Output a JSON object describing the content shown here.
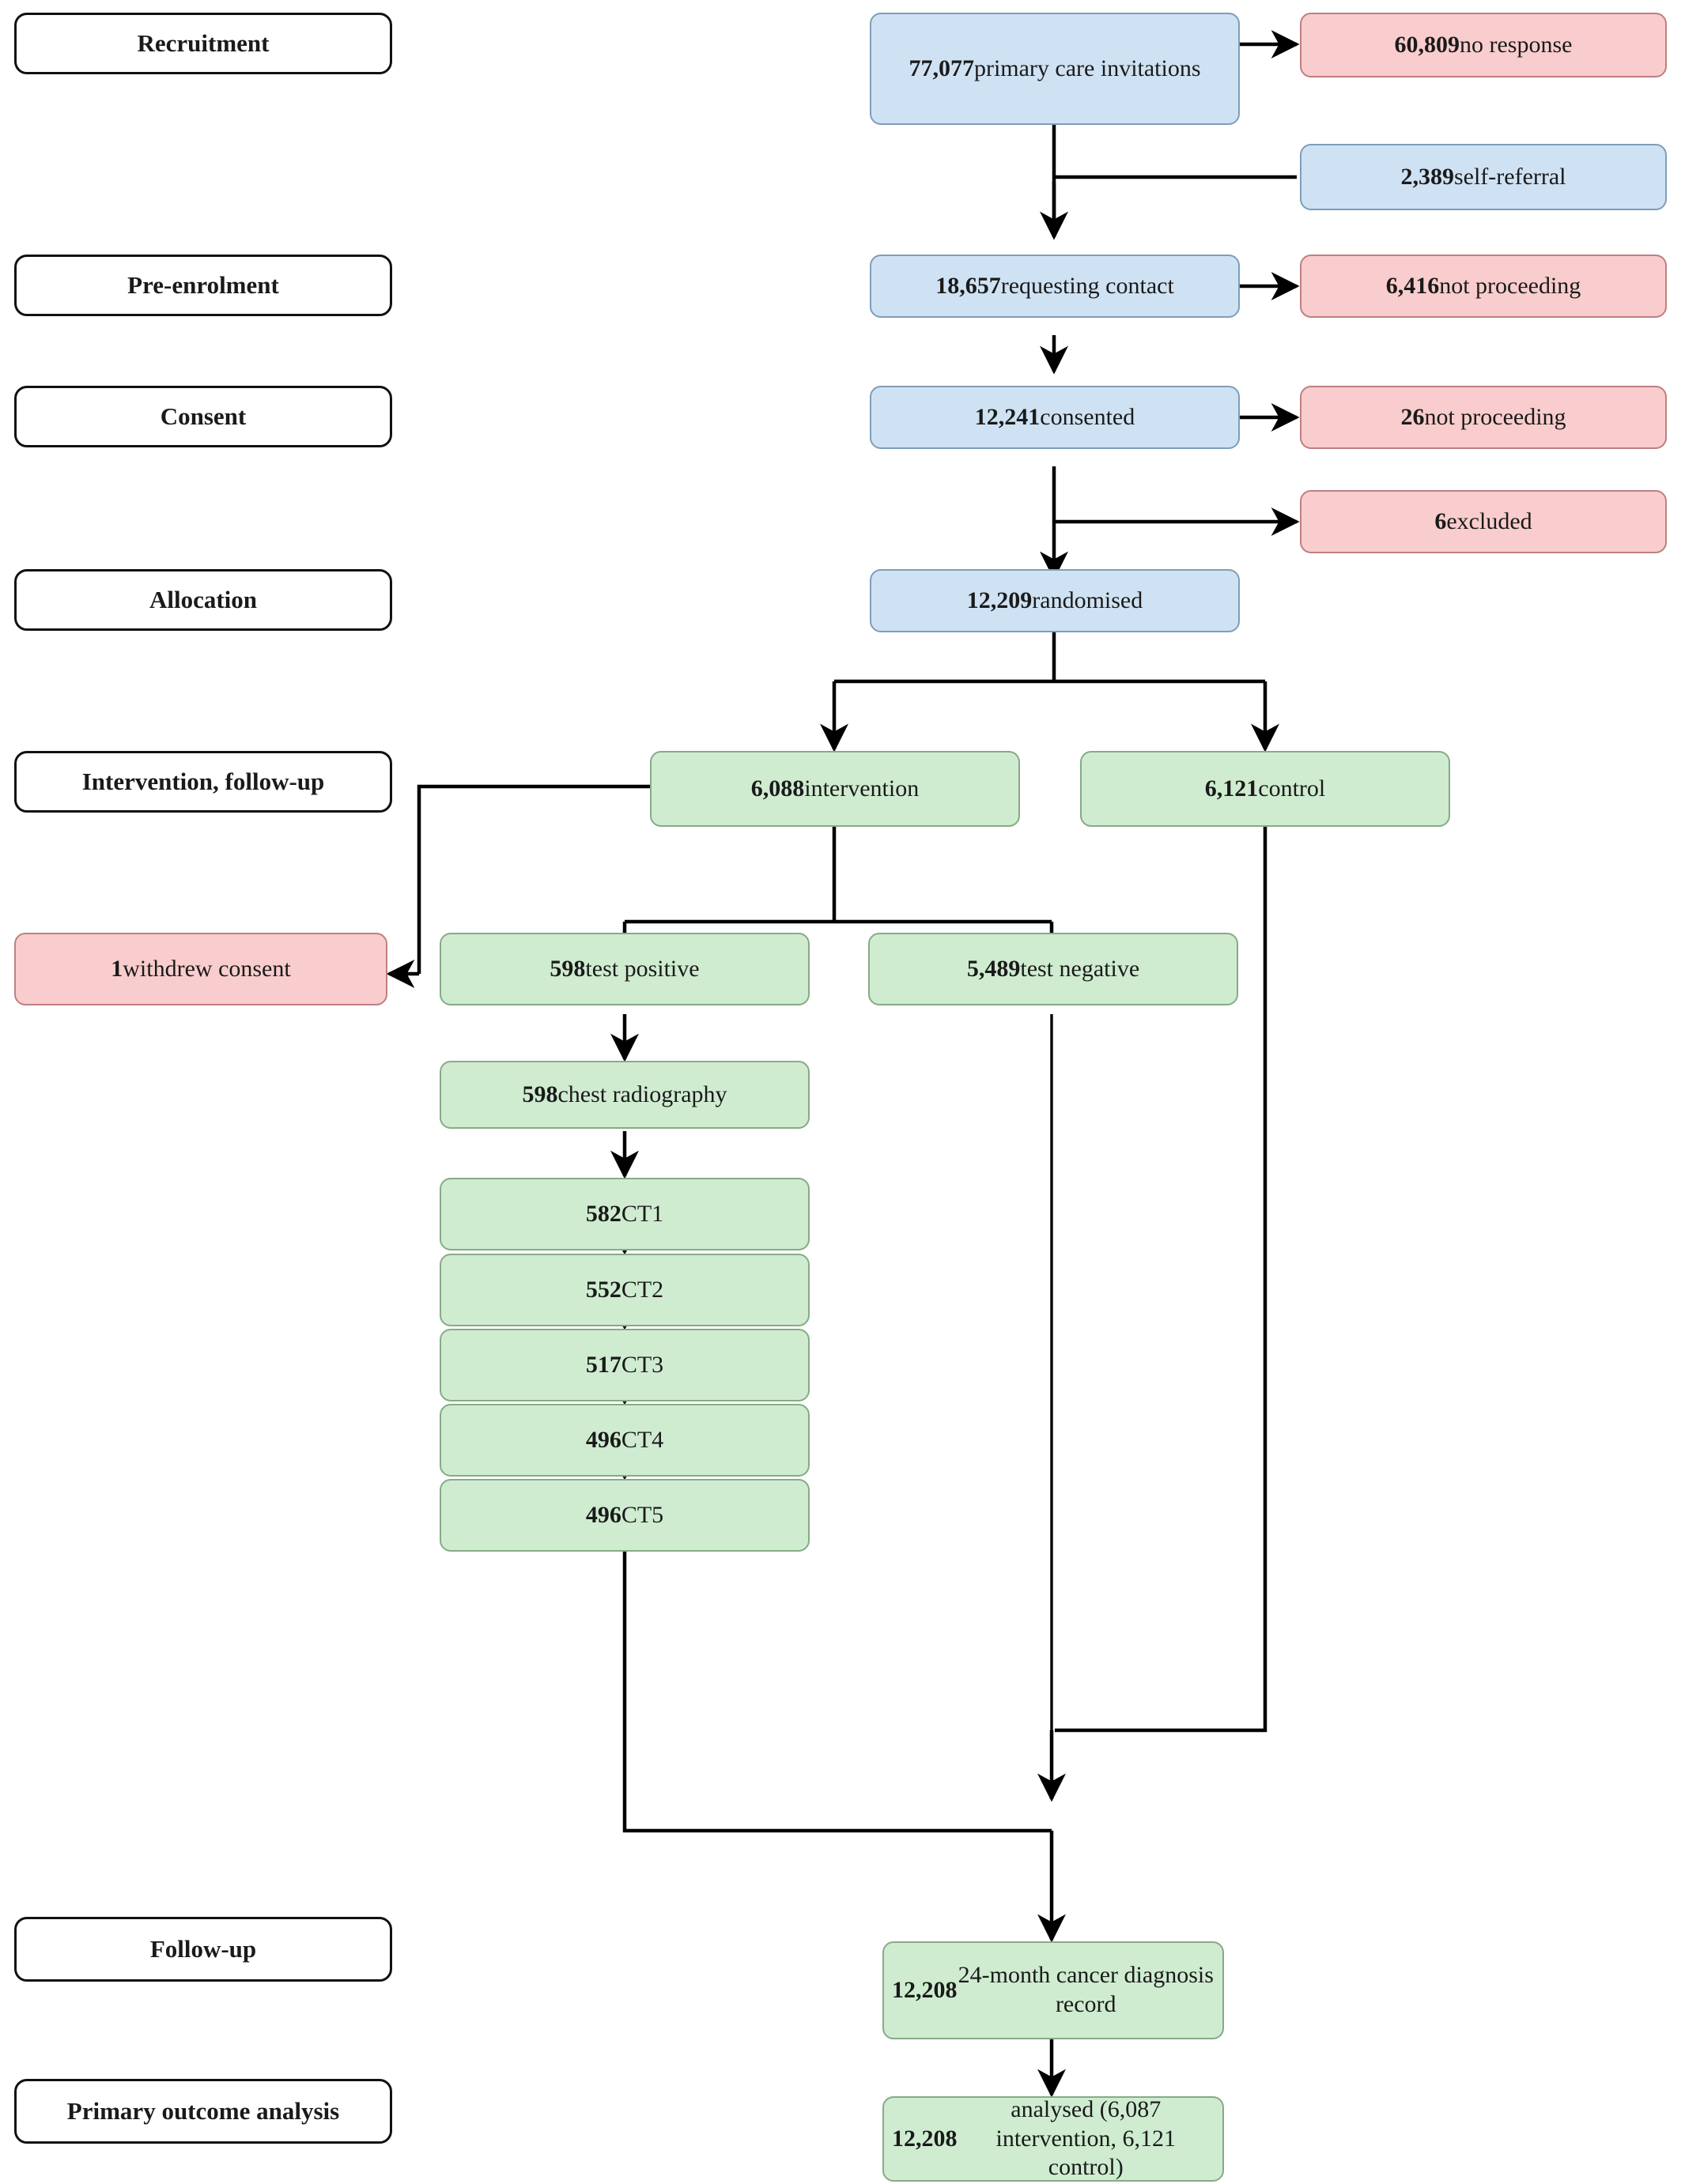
{
  "diagram": {
    "title": "CONSORT participant flow diagram",
    "colors": {
      "blue_fill": "#cfe2f3",
      "blue_border": "#7f9db9",
      "pink_fill": "#f9cdcd",
      "pink_border": "#bf7f7f",
      "green_fill": "#cfecd0",
      "green_border": "#86ab86",
      "label_border": "#111111",
      "connector": "#000000"
    },
    "stage_labels": [
      {
        "id": "recruitment",
        "text": "Recruitment"
      },
      {
        "id": "pre-enrolment",
        "text": "Pre-enrolment"
      },
      {
        "id": "consent",
        "text": "Consent"
      },
      {
        "id": "allocation",
        "text": "Allocation"
      },
      {
        "id": "intervention-follow-up",
        "text": "Intervention, follow-up"
      },
      {
        "id": "follow-up",
        "text": "Follow-up"
      },
      {
        "id": "primary-outcome-analysis",
        "text": "Primary outcome analysis"
      }
    ],
    "nodes": [
      {
        "id": "invitations",
        "count": "77,077",
        "label": "primary care invitations",
        "text": "77,077 primary care invitations",
        "type": "blue"
      },
      {
        "id": "no-response",
        "count": "60,809",
        "label": "no response",
        "text": "60,809 no response",
        "type": "pink"
      },
      {
        "id": "self-referral",
        "count": "2,389",
        "label": "self-referral",
        "text": "2,389 self-referral",
        "type": "blue"
      },
      {
        "id": "requesting-contact",
        "count": "18,657",
        "label": "requesting contact",
        "text": "18,657 requesting contact",
        "type": "blue"
      },
      {
        "id": "not-proceeding-1",
        "count": "6,416",
        "label": "not proceeding",
        "text": "6,416 not proceeding",
        "type": "pink"
      },
      {
        "id": "consented",
        "count": "12,241",
        "label": "consented",
        "text": "12,241 consented",
        "type": "blue"
      },
      {
        "id": "not-proceeding-2",
        "count": "26",
        "label": "not proceeding",
        "text": "26 not proceeding",
        "type": "pink"
      },
      {
        "id": "excluded",
        "count": "6",
        "label": "excluded",
        "text": "6 excluded",
        "type": "pink"
      },
      {
        "id": "randomised",
        "count": "12,209",
        "label": "randomised",
        "text": "12,209 randomised",
        "type": "blue"
      },
      {
        "id": "intervention",
        "count": "6,088",
        "label": "intervention",
        "text": "6,088 intervention",
        "type": "green"
      },
      {
        "id": "control",
        "count": "6,121",
        "label": "control",
        "text": "6,121 control",
        "type": "green"
      },
      {
        "id": "withdrew-consent",
        "count": "1",
        "label": "withdrew consent",
        "text": "1 withdrew consent",
        "type": "pink"
      },
      {
        "id": "test-positive",
        "count": "598",
        "label": "test positive",
        "text": "598 test positive",
        "type": "green"
      },
      {
        "id": "test-negative",
        "count": "5,489",
        "label": "test negative",
        "text": "5,489 test negative",
        "type": "green"
      },
      {
        "id": "chest-radiography",
        "count": "598",
        "label": "chest radiography",
        "text": "598 chest radiography",
        "type": "green"
      },
      {
        "id": "ct1",
        "count": "582",
        "label": "CT1",
        "text": "582 CT1",
        "type": "green"
      },
      {
        "id": "ct2",
        "count": "552",
        "label": "CT2",
        "text": "552 CT2",
        "type": "green"
      },
      {
        "id": "ct3",
        "count": "517",
        "label": "CT3",
        "text": "517 CT3",
        "type": "green"
      },
      {
        "id": "ct4",
        "count": "496",
        "label": "CT4",
        "text": "496 CT4",
        "type": "green"
      },
      {
        "id": "ct5",
        "count": "496",
        "label": "CT5",
        "text": "496 CT5",
        "type": "green"
      },
      {
        "id": "cancer-diagnosis-record",
        "count": "12,208",
        "label": "24-month cancer diagnosis record",
        "text": "12,208 24-month cancer diagnosis record",
        "type": "green"
      },
      {
        "id": "analysed",
        "count": "12,208",
        "label": "analysed (6,087 intervention, 6,121 control)",
        "text": "12,208 analysed (6,087 intervention, 6,121 control)",
        "type": "green"
      }
    ]
  }
}
